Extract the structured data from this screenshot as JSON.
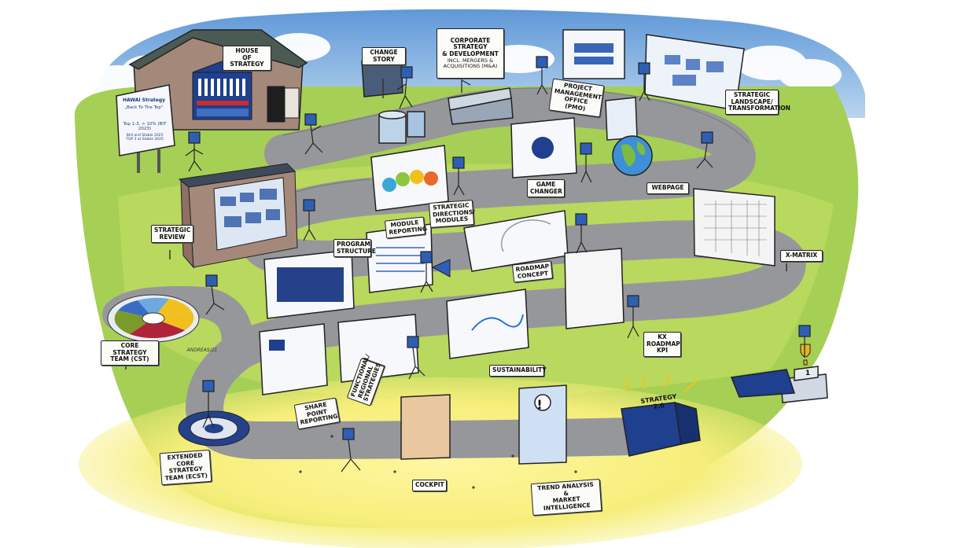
{
  "labels": {
    "house_of_strategy": "HOUSE\nOF STRATEGY",
    "change_story": "CHANGE\nSTORY",
    "corporate_strategy": "CORPORATE\nSTRATEGY\n& DEVELOPMENT",
    "corporate_strategy_sub": "incl. MERGERS &\nACQUISITIONS (M&A)",
    "project_management_office": "PROJECT\nMANAGEMENT\nOFFICE (PMO)",
    "strategic_landscape": "STRATEGIC\nLANDSCAPE/\nTRANSFORMATION",
    "game_changer": "GAME\nCHANGER",
    "webpage": "WEBPAGE",
    "strategic_review": "STRATEGIC\nREVIEW",
    "module_reporting": "MODULE\nREPORTING",
    "strategic_directions_modules": "STRATEGIC\nDIRECTIONS/\nMODULES",
    "program_structure": "PROGRAM\nSTRUCTURE",
    "roadmap_concept": "ROADMAP\nCONCEPT",
    "x_matrix": "X-MATRIX",
    "core_strategy_team": "CORE STRATEGY\nTEAM (CST)",
    "kx_roadmap_kpi": "KX\nROADMAP\nKPI",
    "sustainability": "SUSTAINABILITY",
    "functional_regional_strategies": "FUNCTIONAL/\nREGIONAL\nSTRATEGIES",
    "share_point_reporting": "SHARE POINT\nREPORTING",
    "extended_core_strategy_team": "EXTENDED\nCORE STRATEGY\nTEAM (ECST)",
    "cockpit": "COCKPIT",
    "trend_analysis": "TREND ANALYSIS &\nMARKET INTELLIGENCE",
    "strategy_box": "STRATEGY\n2.0",
    "podium_number": "1",
    "artist_signature": "ANDREAS/21"
  },
  "billboard": {
    "line1": "HAWAI Strategy",
    "line2": "„Back To The Top“",
    "line3": "Top 1-3, > 10% (BIT 2023)",
    "line4": "Still and Stable 2025\nTOP 3 at Stable 2025"
  },
  "colors": {
    "sky": "#7fb3e0",
    "grass": "#a9d15a",
    "grass_light": "#d8e67a",
    "path": "#9a9a9c",
    "brand_blue": "#1f3f8f",
    "house_brick": "#a88a7a",
    "roof": "#4b5a52",
    "sunshine": "#f4e96a"
  },
  "icons": [
    "globe-icon",
    "trophy-icon",
    "megaphone-icon",
    "exclamation-icon"
  ]
}
